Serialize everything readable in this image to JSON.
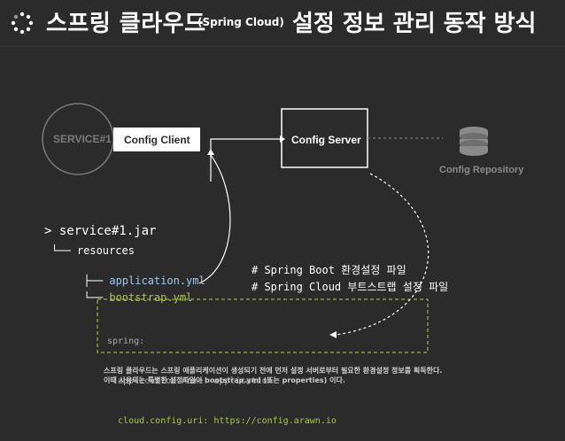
{
  "title": {
    "main": "스프링 클라우드",
    "paren": "(Spring Cloud)",
    "rest": "설정 정보 관리 동작 방식"
  },
  "nodes": {
    "service": "SERVICE#1",
    "client": "Config Client",
    "server": "Config Server",
    "repository": "Config Repository"
  },
  "tree": {
    "command": "> service#1.jar",
    "resources": "└── resources",
    "app_branch": "├── ",
    "app_file": "application.yml",
    "boot_branch": "└── ",
    "boot_file": "bootstrap.yml",
    "app_comment": "# Spring Boot 환경설정 파일",
    "boot_comment": "# Spring Cloud 부트스트랩 설정 파일"
  },
  "yaml": {
    "line1": "spring:",
    "line2": "  application.name: application",
    "line3": "  cloud.config.uri: https://config.arawn.io"
  },
  "note": {
    "line1": "스프링 클라우드는 스프링 애플리케이션이 생성되기 전에 먼저 설정 서버로부터 필요한 환경설정 정보를 획득한다.",
    "line2": "이때 사용되는 특별한 설정파일이 bootstrap.yml (또는 properties) 이다."
  },
  "colors": {
    "background": "#2b2b2b",
    "accent_green": "#a8c84a",
    "accent_blue": "#9fc8e8",
    "dashed_green": "#c8c84a",
    "dashed_white": "#ffffff",
    "muted": "#888888"
  },
  "icons": [
    "loading-dots-icon",
    "database-icon"
  ]
}
